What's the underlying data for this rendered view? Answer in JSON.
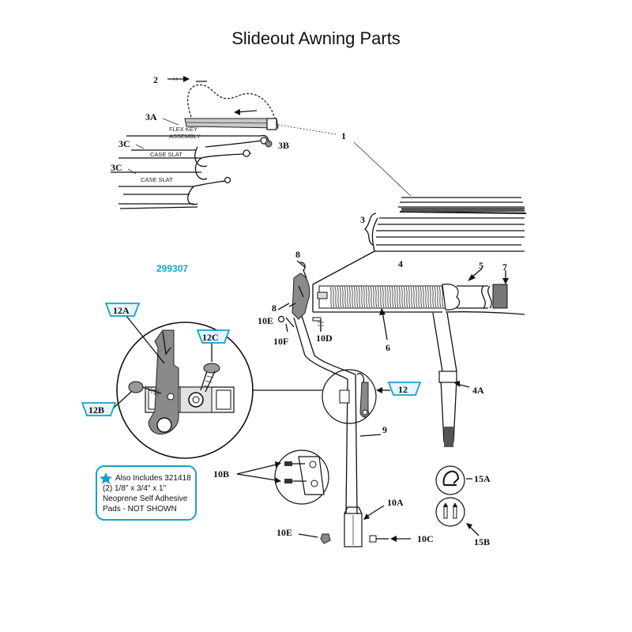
{
  "title": "Slideout Awning Parts",
  "part_number": "299307",
  "labels": {
    "p1": "1",
    "p2": "2",
    "p3": "3",
    "p3a": "3A",
    "p3b": "3B",
    "p3c_top": "3C",
    "p3c_bottom": "3C",
    "p4": "4",
    "p4a": "4A",
    "p5": "5",
    "p6": "6",
    "p7": "7",
    "p8_top": "8",
    "p8_mid": "8",
    "p9": "9",
    "p10a": "10A",
    "p10b": "10B",
    "p10c": "10C",
    "p10d": "10D",
    "p10e_top": "10E",
    "p10e_bottom": "10E",
    "p10f": "10F",
    "p12": "12",
    "p12a": "12A",
    "p12b": "12B",
    "p12c": "12C",
    "p15a": "15A",
    "p15b": "15B"
  },
  "inline_text": {
    "flex_key_line1": "FLEX KEY",
    "flex_key_line2": "ASSEMBLY",
    "case_slat_top": "CASE SLAT",
    "case_slat_bottom": "CASE SLAT"
  },
  "note": {
    "line1": "Also Includes 321418",
    "line2": "(2) 1/8\" x 3/4\" x 1\"",
    "line3": "Neoprene Self Adhesive",
    "line4": "Pads - NOT SHOWN"
  },
  "colors": {
    "accent": "#1aa0c8",
    "callout_fill": "#e6f6fc",
    "line": "#111111"
  }
}
